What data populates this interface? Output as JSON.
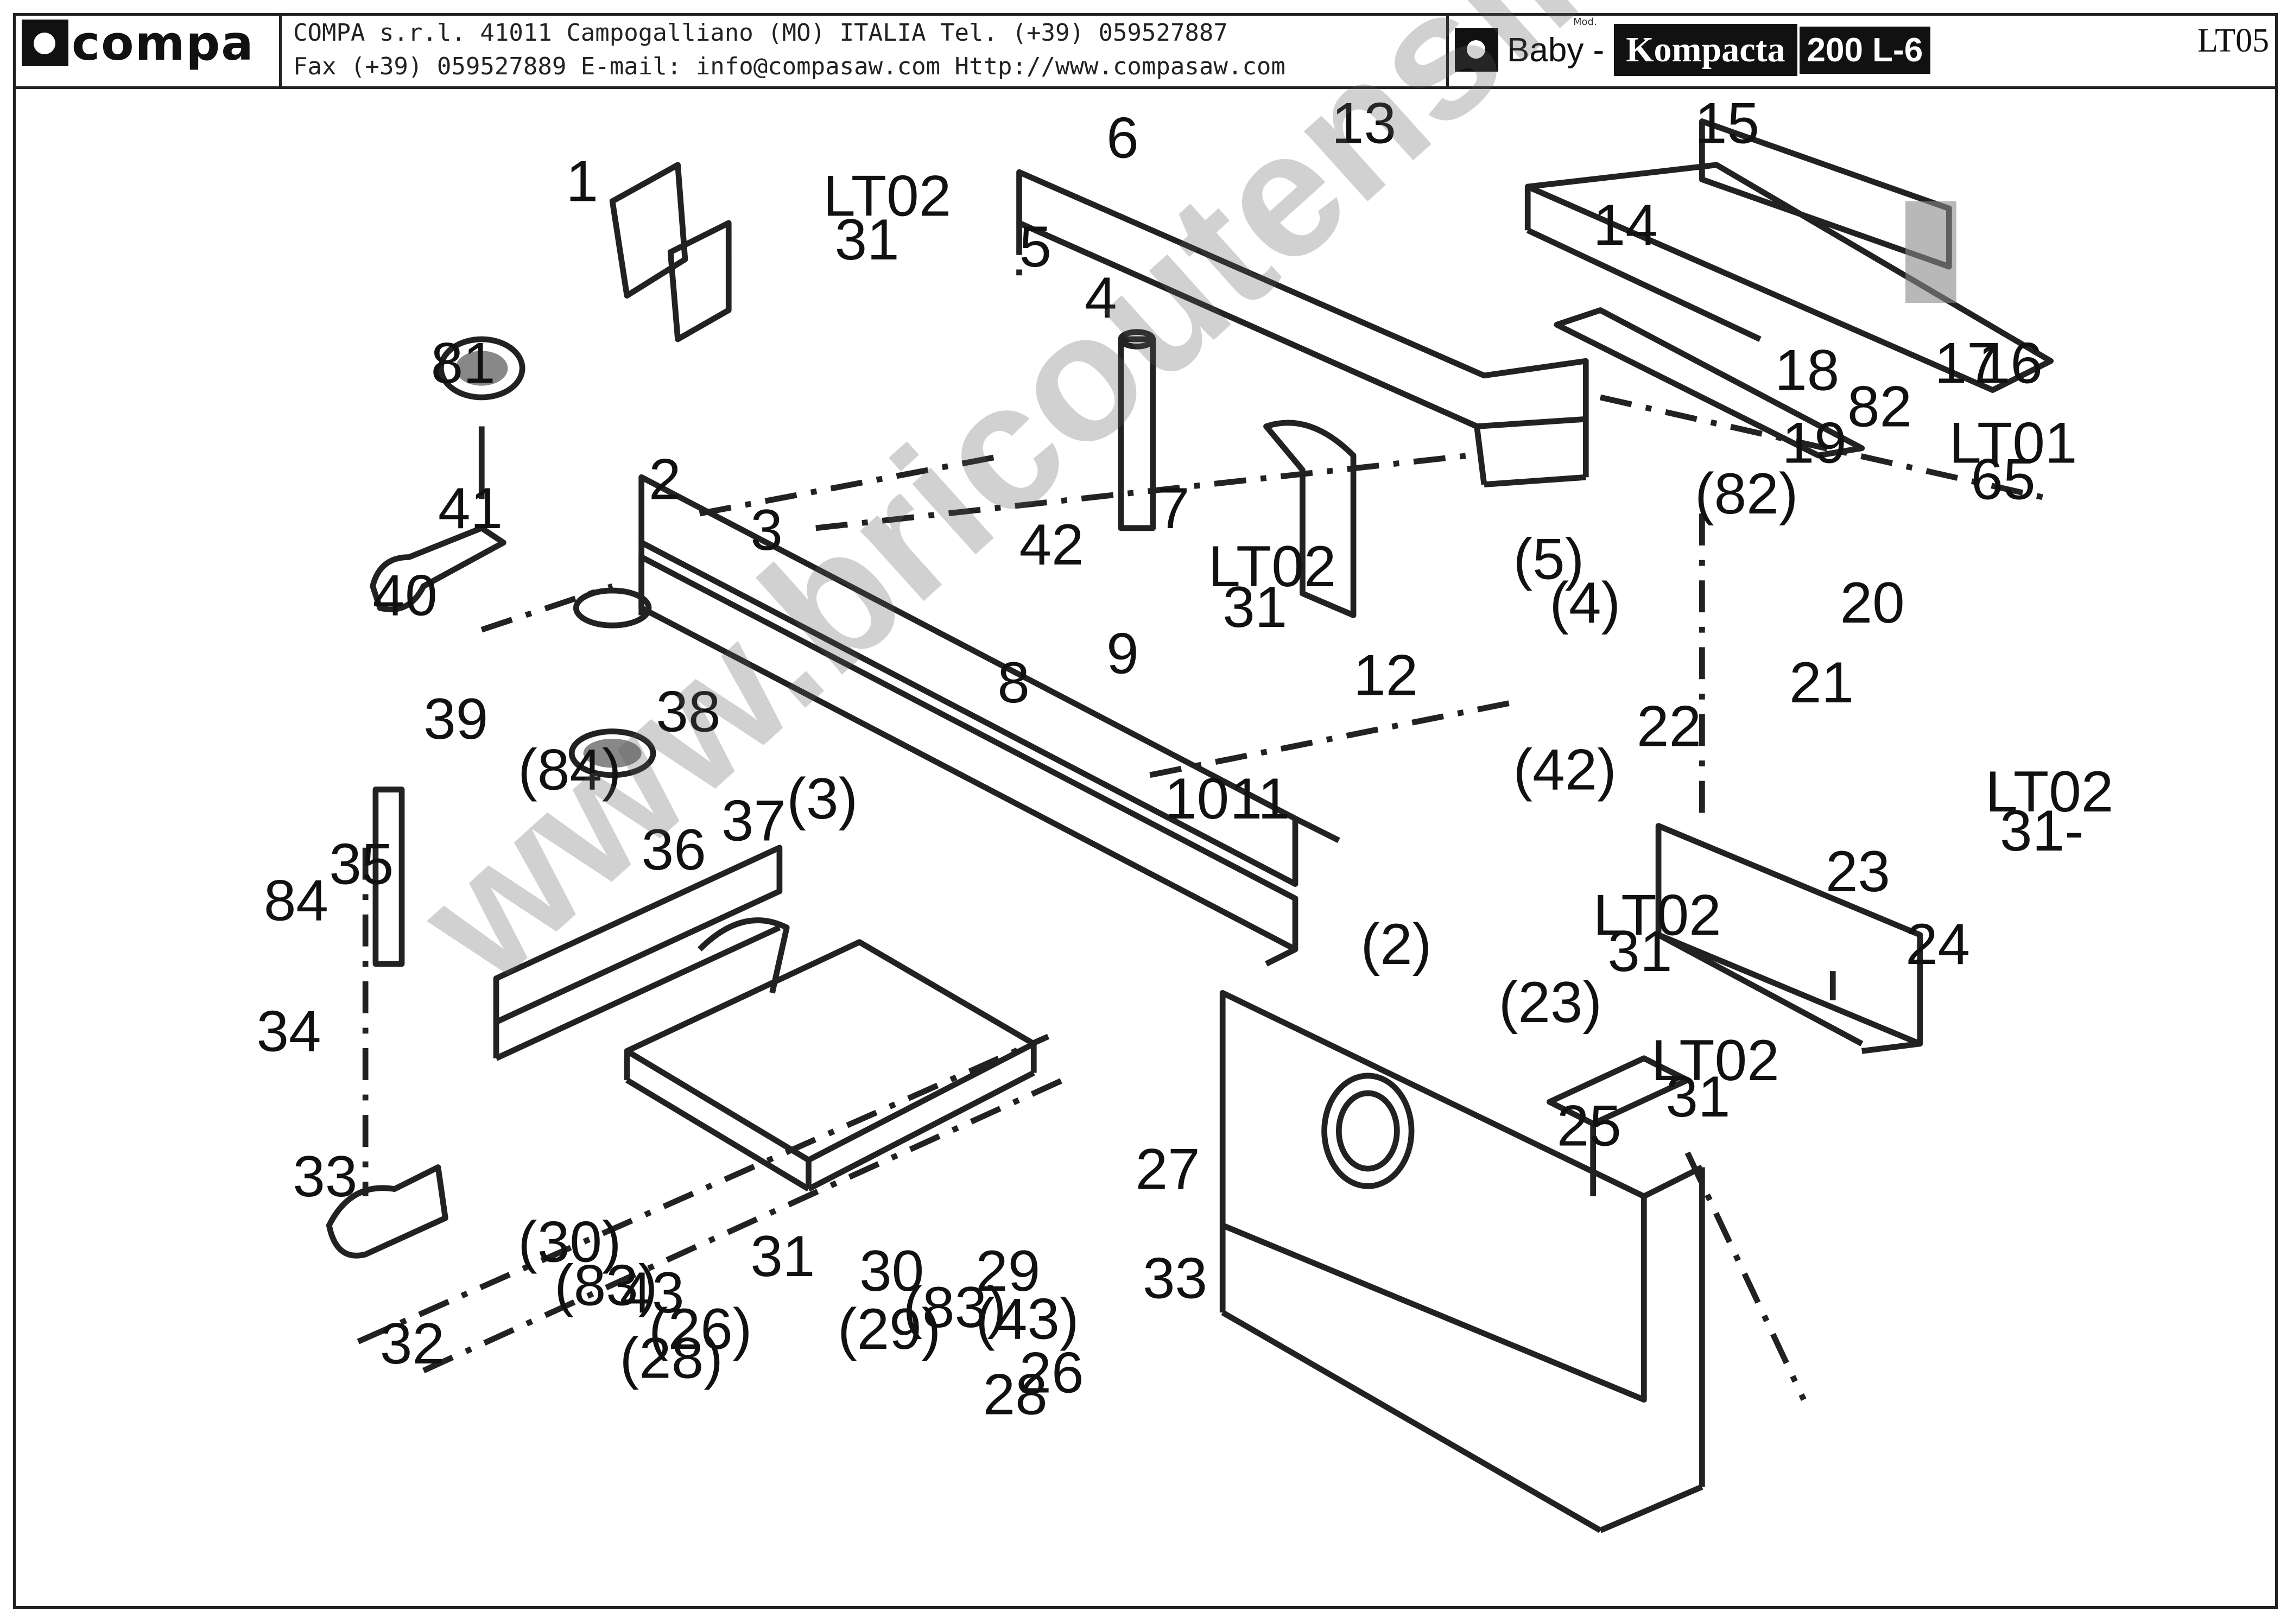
{
  "header": {
    "logo_text": "compa",
    "company_line1": "COMPA s.r.l. 41011 Campogalliano (MO) ITALIA Tel. (+39) 059527887",
    "company_line2": "Fax (+39) 059527889 E-mail: info@compasaw.com Http://www.compasaw.com",
    "model_superscript": "Mod.",
    "model_prefix": "Baby -",
    "model_brand": "Kompacta",
    "model_size": "200 L-6",
    "sheet_code": "LT05"
  },
  "watermark": "www.bricoutensili.com",
  "callouts": {
    "c1": "1",
    "c2": "2",
    "c2p": "(2)",
    "c3": "3",
    "c3p": "(3)",
    "c4": "4",
    "c4p": "(4)",
    "c5": "5",
    "c5p": "(5)",
    "c6": "6",
    "c7": "7",
    "c8": "8",
    "c9": "9",
    "c10": "10",
    "c11": "11",
    "c12": "12",
    "c13": "13",
    "c14": "14",
    "c15": "15",
    "c16": "16",
    "c17": "17",
    "c18": "18",
    "c19": "19",
    "c20": "20",
    "c21": "21",
    "c22": "22",
    "c23": "23",
    "c23p": "(23)",
    "c24": "24",
    "c25": "25",
    "c26": "26",
    "c26p": "(26)",
    "c27": "27",
    "c28": "28",
    "c28p": "(28)",
    "c29": "29",
    "c29p": "(29)",
    "c30": "30",
    "c30p": "(30)",
    "c31": "31",
    "c32": "32",
    "c33": "33",
    "c33b": "33",
    "c34": "34",
    "c35": "35",
    "c36": "36",
    "c37": "37",
    "c38": "38",
    "c39": "39",
    "c40": "40",
    "c41": "41",
    "c42": "42",
    "c42p": "(42)",
    "c43": "43",
    "c43p": "(43)",
    "c81": "81",
    "c82": "82",
    "c82p": "(82)",
    "c83p": "(83)",
    "c83b": "(83)",
    "c84": "84",
    "c84p": "(84)"
  },
  "references": [
    {
      "sheet": "LT02",
      "item": "31"
    },
    {
      "sheet": "LT02",
      "item": "31"
    },
    {
      "sheet": "LT01",
      "item": "65"
    },
    {
      "sheet": "LT02",
      "item": "31-"
    },
    {
      "sheet": "LT02",
      "item": "31"
    },
    {
      "sheet": "LT02",
      "item": "31"
    }
  ]
}
